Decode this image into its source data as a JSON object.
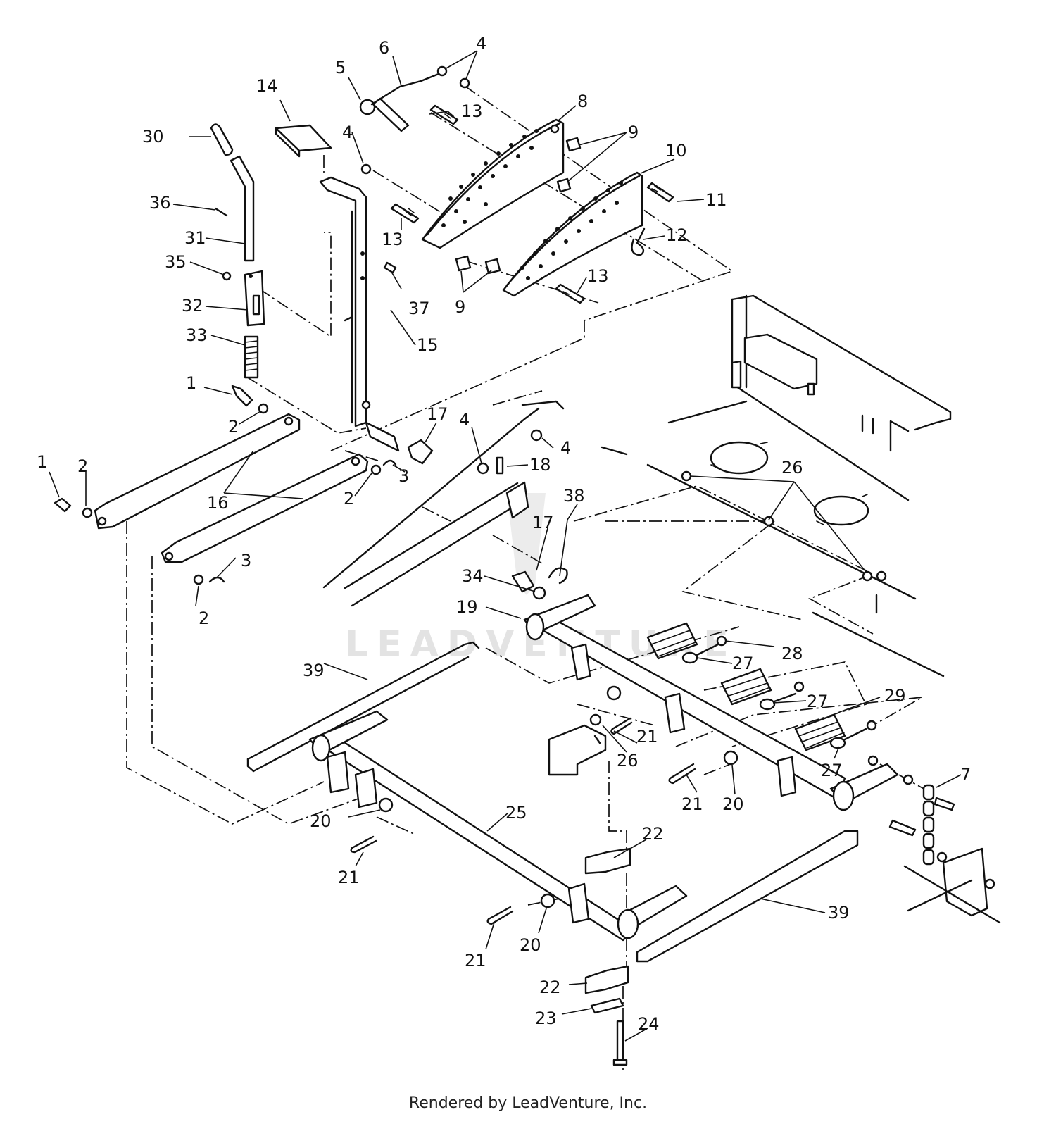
{
  "watermark": "LEADVENTURE",
  "footer": "Rendered by LeadVenture, Inc.",
  "callouts": {
    "c1a": "1",
    "c1b": "1",
    "c2a": "2",
    "c2b": "2",
    "c2c": "2",
    "c2d": "2",
    "c3a": "3",
    "c3b": "3",
    "c4a": "4",
    "c4b": "4",
    "c4c": "4",
    "c4d": "4",
    "c5": "5",
    "c6": "6",
    "c7": "7",
    "c8": "8",
    "c9a": "9",
    "c9b": "9",
    "c10": "10",
    "c11": "11",
    "c12": "12",
    "c13a": "13",
    "c13b": "13",
    "c13c": "13",
    "c14": "14",
    "c15": "15",
    "c16": "16",
    "c17a": "17",
    "c17b": "17",
    "c18": "18",
    "c19": "19",
    "c20a": "20",
    "c20b": "20",
    "c20c": "20",
    "c21a": "21",
    "c21b": "21",
    "c21c": "21",
    "c21d": "21",
    "c22a": "22",
    "c22b": "22",
    "c23": "23",
    "c24": "24",
    "c25": "25",
    "c26a": "26",
    "c26b": "26",
    "c27a": "27",
    "c27b": "27",
    "c27c": "27",
    "c28": "28",
    "c29": "29",
    "c30": "30",
    "c31": "31",
    "c32": "32",
    "c33": "33",
    "c34": "34",
    "c35": "35",
    "c36": "36",
    "c37": "37",
    "c38": "38",
    "c39a": "39",
    "c39b": "39"
  }
}
